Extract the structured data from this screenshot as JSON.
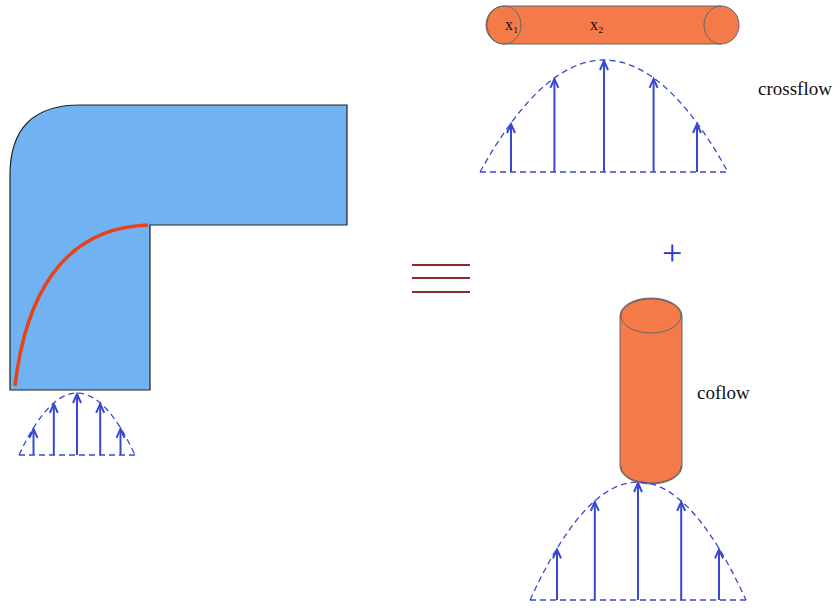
{
  "diagram": {
    "nodes": [
      {
        "text": [
          "x₁",
          "x₂"
        ]
      }
    ],
    "labels": [
      "crossflow",
      "+",
      "coflow"
    ]
  }
}
